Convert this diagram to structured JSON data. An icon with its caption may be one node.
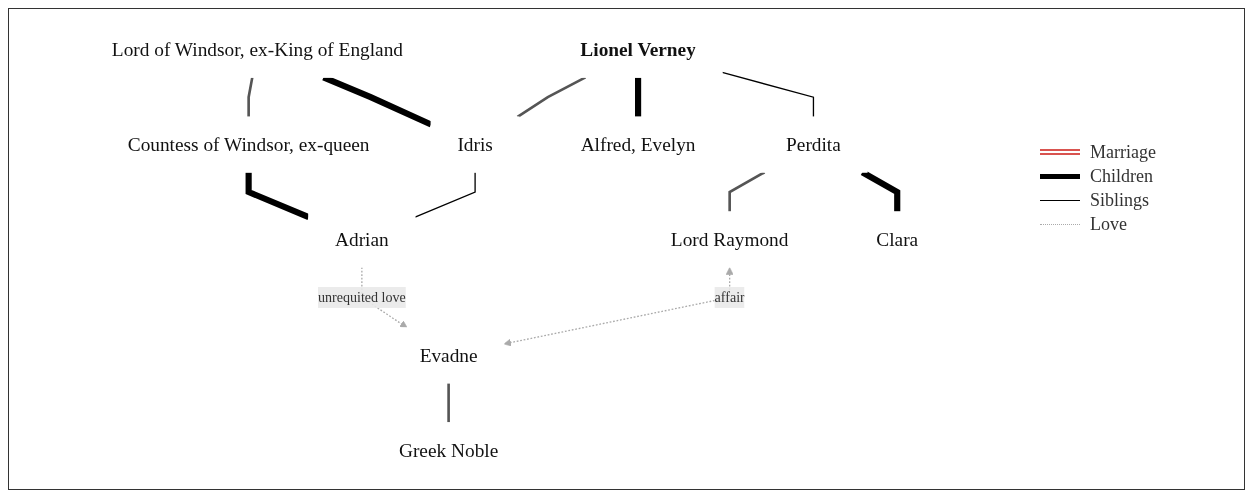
{
  "diagram": {
    "nodes": [
      {
        "text": [
          "Lord of Windsor, ex-King of England"
        ]
      },
      {
        "text": [
          "Countess of Windsor, ex-queen"
        ]
      },
      {
        "text": [
          "Lionel Verney"
        ]
      },
      {
        "text": [
          "Idris"
        ]
      },
      {
        "text": [
          "Adrian"
        ]
      },
      {
        "text": [
          "Alfred, Evelyn"
        ]
      },
      {
        "text": [
          "Perdita"
        ]
      },
      {
        "text": [
          "Lord Raymond"
        ]
      },
      {
        "text": [
          "Evadne"
        ]
      },
      {
        "text": [
          "Greek Noble"
        ]
      },
      {
        "text": [
          "Clara"
        ]
      }
    ],
    "edges": [
      {
        "from": 0,
        "to": 1,
        "arrow": "none",
        "color": "#555555"
      },
      {
        "from": 0,
        "to": 3,
        "arrow": "none",
        "style": "thick"
      },
      {
        "from": 1,
        "to": 4,
        "arrow": "none",
        "style": "thick"
      },
      {
        "from": 2,
        "to": 3,
        "arrow": "none",
        "color": "#555555"
      },
      {
        "from": 3,
        "to": 4,
        "arrow": "none"
      },
      {
        "from": 2,
        "to": 5,
        "arrow": "none",
        "style": "thick"
      },
      {
        "from": 2,
        "to": 6,
        "arrow": "none"
      },
      {
        "from": 4,
        "to": 8,
        "label": "unrequited love",
        "arrow": "to",
        "style": "dashed",
        "color": "#aaaaaa"
      },
      {
        "from": 6,
        "to": 7,
        "arrow": "none",
        "color": "#555555"
      },
      {
        "from": 7,
        "to": 8,
        "label": "affair",
        "arrow": "both",
        "style": "dashed",
        "color": "#aaaaaa"
      },
      {
        "from": 8,
        "to": 9,
        "arrow": "none",
        "color": "#555555"
      },
      {
        "from": 6,
        "to": 10,
        "arrow": "none",
        "style": "thick"
      }
    ],
    "legend": [
      {
        "text": "Marriage"
      },
      {
        "text": "Children"
      },
      {
        "text": "Siblings"
      },
      {
        "text": "Love"
      }
    ]
  }
}
